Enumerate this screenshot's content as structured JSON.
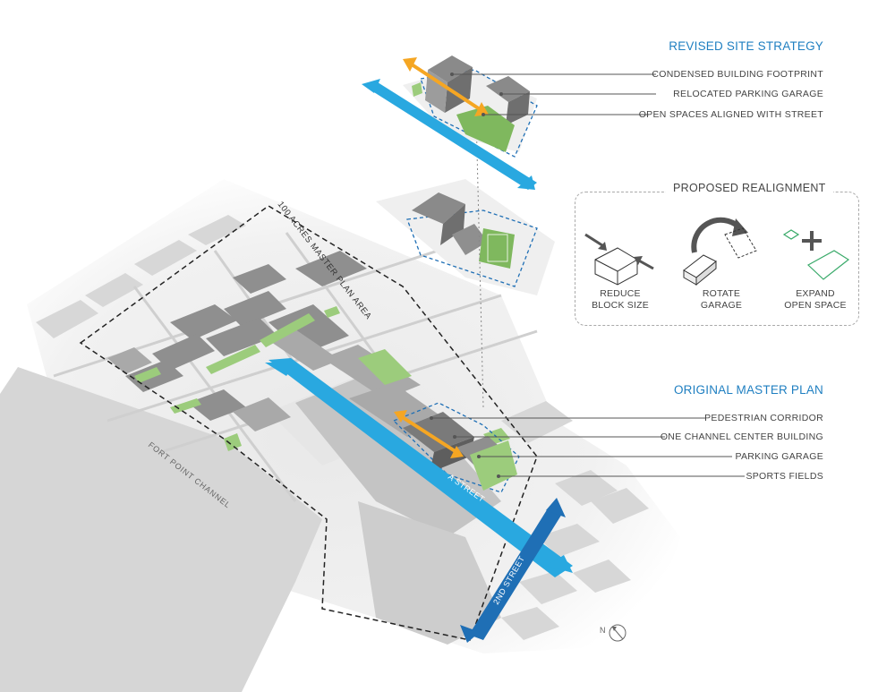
{
  "revised": {
    "title": "REVISED SITE STRATEGY",
    "callouts": [
      "CONDENSED BUILDING FOOTPRINT",
      "RELOCATED PARKING GARAGE",
      "OPEN SPACES ALIGNED WITH STREET"
    ],
    "street_label": "A STREET"
  },
  "realignment": {
    "title": "PROPOSED REALIGNMENT",
    "steps": [
      {
        "line1": "REDUCE",
        "line2": "BLOCK SIZE"
      },
      {
        "line1": "ROTATE",
        "line2": "GARAGE"
      },
      {
        "line1": "EXPAND",
        "line2": "OPEN SPACE"
      }
    ]
  },
  "original": {
    "title": "ORIGINAL MASTER PLAN",
    "callouts": [
      "PEDESTRIAN CORRIDOR",
      "ONE CHANNEL CENTER BUILDING",
      "PARKING GARAGE",
      "SPORTS FIELDS"
    ],
    "street_label": "A STREET"
  },
  "map": {
    "area_label": "100 ACRES MASTER PLAN AREA",
    "channel_label": "FORT POINT CHANNEL",
    "second_street_label": "2ND STREET",
    "north_label": "N"
  },
  "colors": {
    "street_blue": "#29a8e0",
    "street_dark_blue": "#1f6fb5",
    "corridor_orange": "#f5a623",
    "open_space_green": "#9ccc7c",
    "building_gray": "#8c8c8c",
    "title_blue": "#1f7fc1"
  }
}
